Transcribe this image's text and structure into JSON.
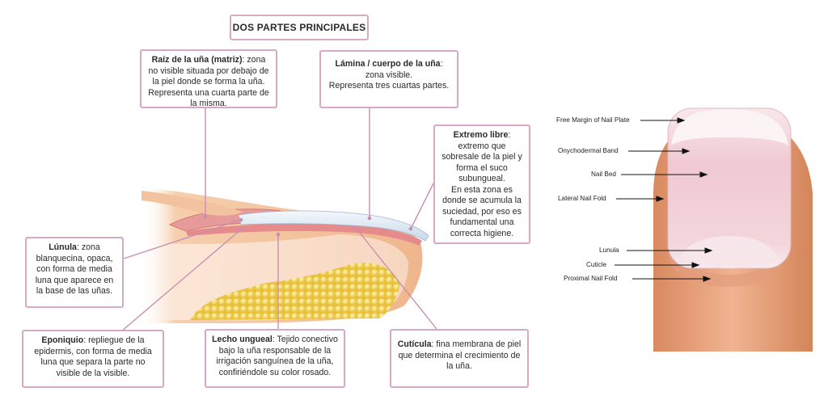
{
  "title": "DOS PARTES PRINCIPALES",
  "boxes": {
    "raiz": {
      "term": "Raíz de la uña (matriz)",
      "desc": ": zona no visible situada por debajo de la piel donde se forma la uña. Representa una cuarta parte de la misma."
    },
    "lamina": {
      "term": "Lámina / cuerpo de la uña",
      "desc": ": zona visible.",
      "desc2": "Representa tres cuartas partes."
    },
    "extremo": {
      "term": "Extremo libre",
      "desc": ": extremo que sobresale de la piel y forma el suco subungueal.",
      "desc2": "En esta zona es donde se acumula la suciedad, por eso es fundamental una correcta higiene."
    },
    "lunula": {
      "term": "Lúnula",
      "desc": ": zona blanquecina, opaca, con forma de media luna que aparece en la base de las uñas."
    },
    "eponiquio": {
      "term": "Eponiquio",
      "desc": ": repliegue de la epidermis, con forma de media luna que separa la parte no visible de la visible."
    },
    "lecho": {
      "term": "Lecho ungueal",
      "desc": ": Tejido conectivo bajo la uña responsable de la irrigación sanguínea de la uña, confiriéndole su color rosado."
    },
    "cuticula": {
      "term": "Cutícula",
      "desc": ": fina membrana de piel que determina el crecimiento de la uña."
    }
  },
  "english_labels": [
    "Free Margin of Nail Plate",
    "Onychodermal Band",
    "Nail Bed",
    "Lateral Nail Fold",
    "Lunula",
    "Cuticle",
    "Proximal Nail Fold"
  ],
  "colors": {
    "box_border": "#d6a9c4",
    "connector": "#c98fb0",
    "skin": "#f0b98e",
    "nail_plate": "#dbe6f2",
    "fat": "#f1d04a"
  }
}
